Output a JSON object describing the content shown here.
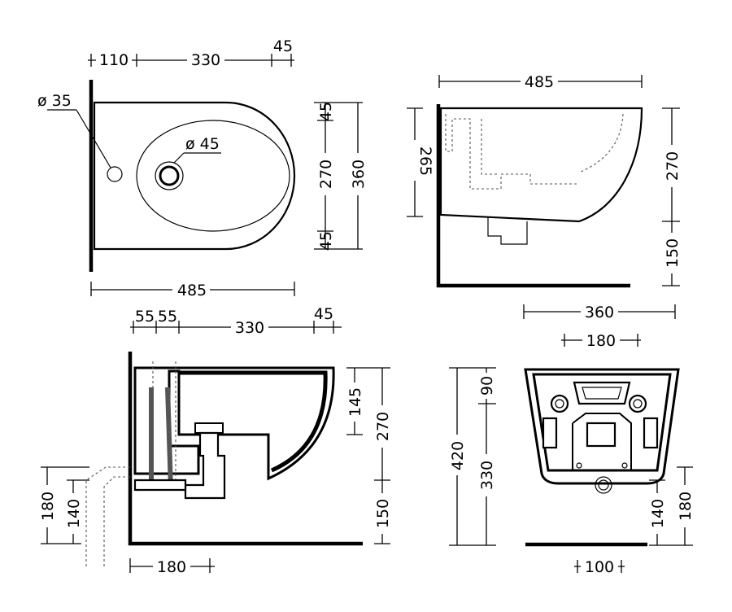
{
  "views": {
    "top": {
      "dim_left": "110",
      "dim_center": "330",
      "dim_right": "45",
      "dia_tap": "ø 35",
      "dia_drain": "ø 45",
      "dim_upper": "45",
      "dim_mid": "270",
      "dim_lower": "45",
      "dim_total_height": "360",
      "dim_total_width": "485"
    },
    "side": {
      "dim_width": "485",
      "dim_inner_height": "265",
      "dim_height": "270",
      "dim_floor": "150"
    },
    "section": {
      "dim_a": "55",
      "dim_b": "55",
      "dim_c": "330",
      "dim_d": "45",
      "dim_top": "145",
      "dim_height": "270",
      "dim_floor": "150",
      "dim_left_outer": "180",
      "dim_left_inner": "140",
      "dim_bottom": "180"
    },
    "back": {
      "dim_width": "360",
      "dim_inner": "180",
      "dim_top": "90",
      "dim_total": "420",
      "dim_mid": "330",
      "dim_right_inner": "140",
      "dim_right_outer": "180",
      "dim_bottom": "100"
    }
  }
}
